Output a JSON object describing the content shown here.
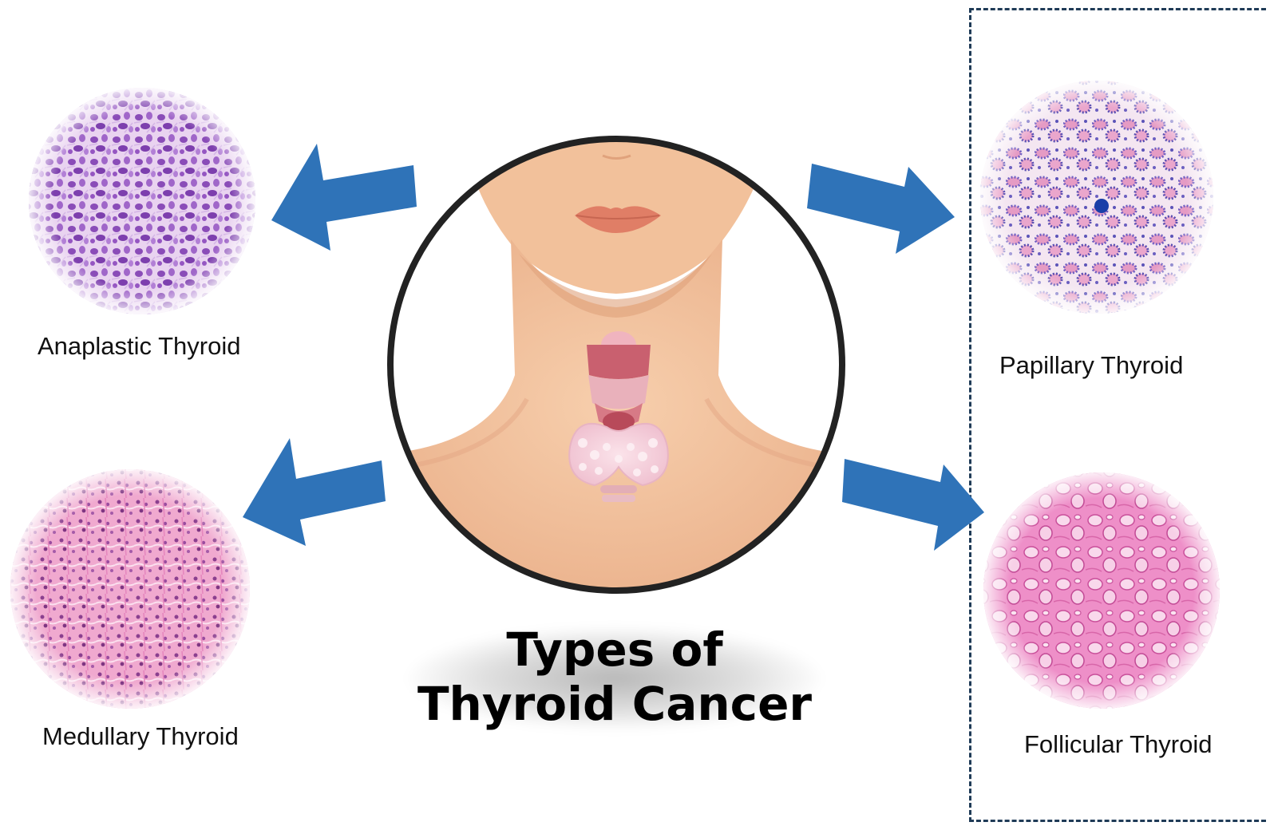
{
  "title": {
    "line1": "Types of",
    "line2": "Thyroid Cancer"
  },
  "types": {
    "anaplastic": "Anaplastic Thyroid",
    "medullary": "Medullary Thyroid",
    "papillary": "Papillary Thyroid",
    "follicular": "Follicular Thyroid"
  },
  "colors": {
    "arrow": "#2f73b8",
    "circle_border": "#222222",
    "skin": "#f2c19b",
    "tissue_pink": "#e88fc6",
    "tissue_purple": "#9b6ad1",
    "dashed_box": "#1f3b57"
  },
  "icons": {
    "arrow": "arrow-icon",
    "neck_illustration": "neck-thyroid-illustration",
    "tissue_sample": "tissue-sample-circle"
  }
}
